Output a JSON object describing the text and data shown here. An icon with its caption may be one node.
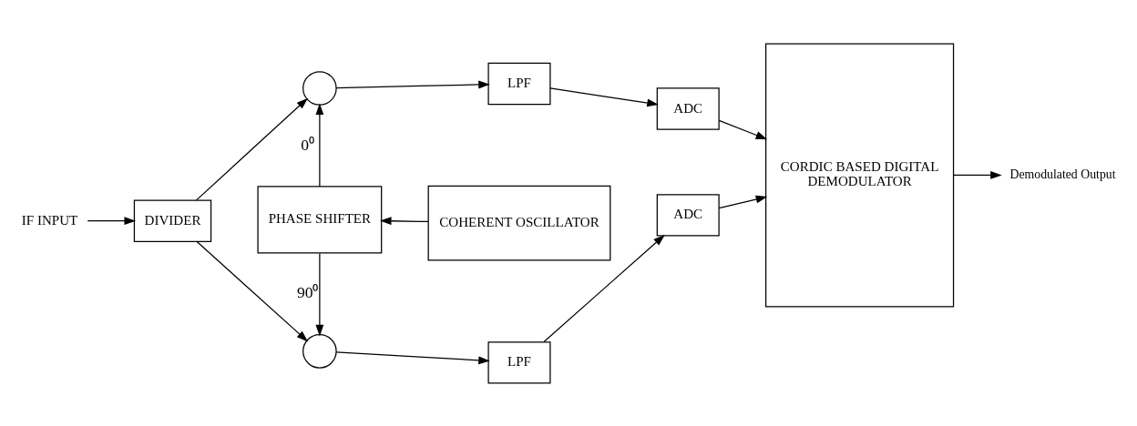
{
  "diagram": {
    "nodes": [
      {
        "text": [
          "IF INPUT"
        ]
      },
      {
        "text": [
          "DIVIDER"
        ]
      },
      {
        "text": [],
        "shape": "circle"
      },
      {
        "text": [
          "LPF"
        ]
      },
      {
        "text": [
          "ADC"
        ]
      },
      {
        "text": [
          "PHASE SHIFTER"
        ]
      },
      {
        "text": [
          "COHERENT OSCILLATOR"
        ]
      },
      {
        "text": [
          "CORDIC BASED DIGITAL",
          "DEMODULATOR"
        ]
      },
      {
        "text": [],
        "shape": "circle"
      },
      {
        "text": [
          "LPF"
        ]
      },
      {
        "text": [
          "ADC"
        ]
      },
      {
        "text": [
          "Demodulated Output"
        ]
      }
    ],
    "edges": [
      {
        "from": 0,
        "to": 1,
        "arrow": "to"
      },
      {
        "from": 1,
        "to": 2,
        "arrow": "to"
      },
      {
        "from": 1,
        "to": 8,
        "arrow": "to"
      },
      {
        "from": 5,
        "to": 2,
        "arrow": "to",
        "label": "0⁰"
      },
      {
        "from": 5,
        "to": 8,
        "arrow": "to",
        "label": "90⁰"
      },
      {
        "from": 6,
        "to": 5,
        "arrow": "to"
      },
      {
        "from": 2,
        "to": 3,
        "arrow": "to"
      },
      {
        "from": 3,
        "to": 4,
        "arrow": "to"
      },
      {
        "from": 4,
        "to": 7,
        "arrow": "to"
      },
      {
        "from": 8,
        "to": 9,
        "arrow": "to"
      },
      {
        "from": 9,
        "to": 10,
        "arrow": "to"
      },
      {
        "from": 10,
        "to": 7,
        "arrow": "to"
      },
      {
        "from": 7,
        "to": 11,
        "arrow": "to"
      }
    ]
  }
}
